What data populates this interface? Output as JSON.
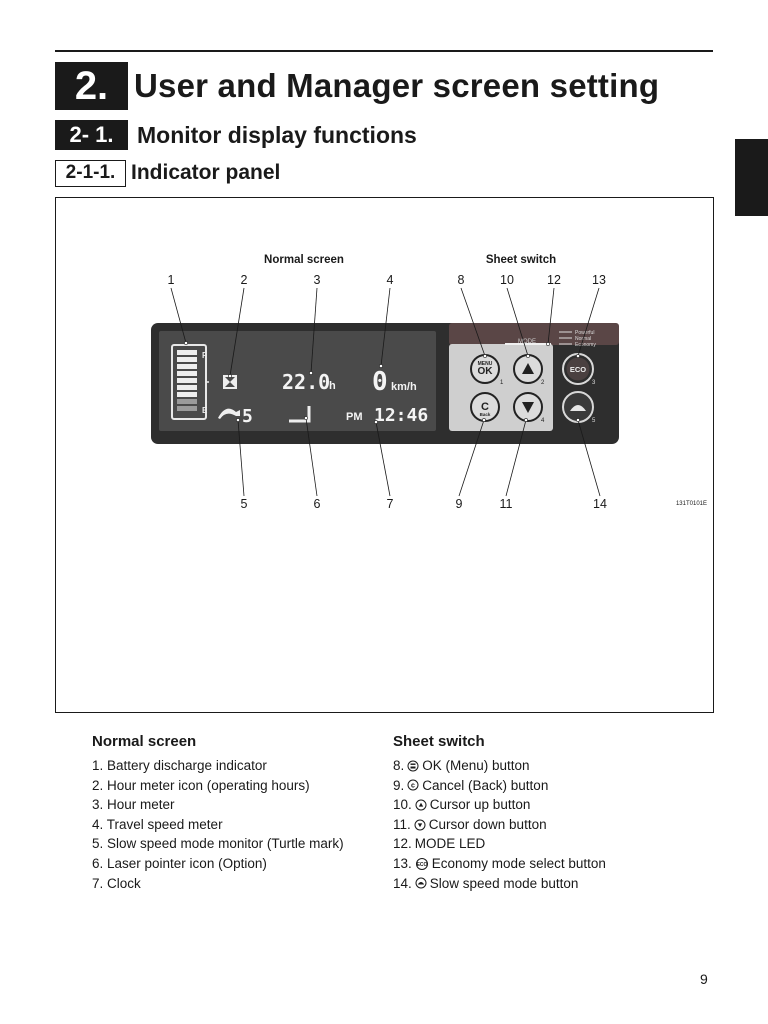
{
  "heading1": {
    "number": "2.",
    "title": "User and Manager screen setting"
  },
  "heading2": {
    "number": "2- 1.",
    "title": "Monitor display functions"
  },
  "heading3": {
    "number": "2-1-1.",
    "title": "Indicator panel"
  },
  "figure": {
    "label_normal_screen": "Normal screen",
    "label_sheet_switch": "Sheet switch",
    "callouts_top": [
      "1",
      "2",
      "3",
      "4",
      "8",
      "10",
      "12",
      "13"
    ],
    "callouts_bottom": [
      "5",
      "6",
      "7",
      "9",
      "11",
      "14"
    ],
    "display": {
      "fuel_full": "F",
      "fuel_empty": "E",
      "hour_value": "22.0",
      "hour_unit": "h",
      "speed_value": "0",
      "speed_unit": "km/h",
      "turtle_level": "5",
      "ampm": "PM",
      "clock": "12:46"
    },
    "panel": {
      "mode_label": "MODE",
      "legend": [
        "Powerful",
        "Normal",
        "Economy"
      ],
      "ok_small": "MENU",
      "ok_label": "OK",
      "back_label": "C",
      "back_small": "Back",
      "eco_label": "ECO",
      "button_numbers": [
        "1",
        "2",
        "3",
        "4",
        "5"
      ]
    },
    "code": "131T0101E"
  },
  "normal_screen": {
    "heading": "Normal screen",
    "items": [
      "1. Battery discharge indicator",
      "2. Hour meter icon (operating hours)",
      "3. Hour meter",
      "4. Travel speed meter",
      "5. Slow speed mode monitor (Turtle mark)",
      "6. Laser pointer icon (Option)",
      "7. Clock"
    ]
  },
  "sheet_switch": {
    "heading": "Sheet switch",
    "items": [
      {
        "num": "8.",
        "icon": "ok-menu-icon",
        "text": "OK (Menu) button"
      },
      {
        "num": "9.",
        "icon": "cancel-back-icon",
        "text": "Cancel (Back) button"
      },
      {
        "num": "10.",
        "icon": "cursor-up-icon",
        "text": "Cursor up button"
      },
      {
        "num": "11.",
        "icon": "cursor-down-icon",
        "text": "Cursor down button"
      },
      {
        "num": "12.",
        "icon": "",
        "text": "MODE LED"
      },
      {
        "num": "13.",
        "icon": "eco-icon",
        "text": "Economy mode select button"
      },
      {
        "num": "14.",
        "icon": "turtle-icon",
        "text": "Slow speed mode button"
      }
    ]
  },
  "page_number": "9"
}
